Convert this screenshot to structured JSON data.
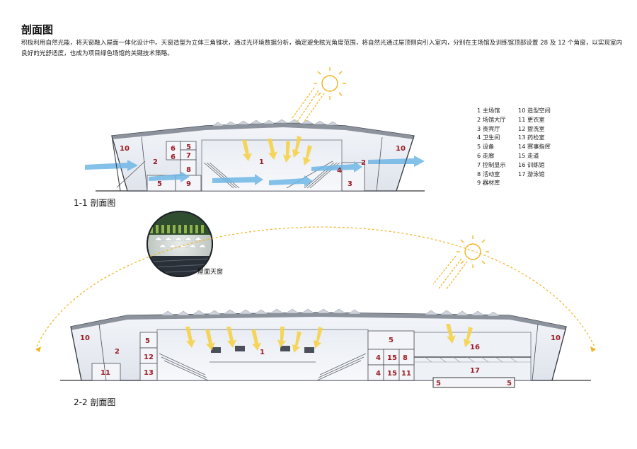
{
  "header": {
    "title": "剖面图",
    "description": "积极利用自然光能，将天窗融入屋面一体化设计中。天窗造型为立体三角锥状，通过光环境数据分析，确定避免眩光角度范围，将自然光通过屋顶侧向引入室内，分别在主场馆及训练馆顶部设置 28 及 12 个角窗，以实现室内良好的光舒适度，也成为项目绿色场馆的关键技术策略。"
  },
  "legend": {
    "col1": [
      "1 主场馆",
      "2 场馆大厅",
      "3 贵宾厅",
      "4 卫生间",
      "5 设备",
      "6 走廊",
      "7 控制显示",
      "8 活动室",
      "9 器材库"
    ],
    "col2": [
      "10 造型空间",
      "11 更衣室",
      "12 盥洗室",
      "13 药检室",
      "14 赛事指挥",
      "15 走道",
      "16 训练馆",
      "17 游泳馆"
    ]
  },
  "section1": {
    "label": "1-1 剖面图",
    "numbers": [
      "10",
      "5",
      "6",
      "7",
      "6",
      "8",
      "2",
      "5",
      "9",
      "1",
      "4",
      "2",
      "10",
      "3"
    ]
  },
  "section2": {
    "label": "2-2 剖面图",
    "inset_label": "屋面天窗",
    "numbers": [
      "10",
      "5",
      "2",
      "12",
      "11",
      "13",
      "1",
      "5",
      "4",
      "15",
      "8",
      "4",
      "15",
      "11",
      "16",
      "17",
      "10",
      "5",
      "5"
    ]
  },
  "colors": {
    "number": "#9b1c24",
    "sun": "#f2b31d",
    "airflow": "#6fb7e6",
    "structure": "#3a3f4a",
    "glass": "#e7ebf2"
  }
}
